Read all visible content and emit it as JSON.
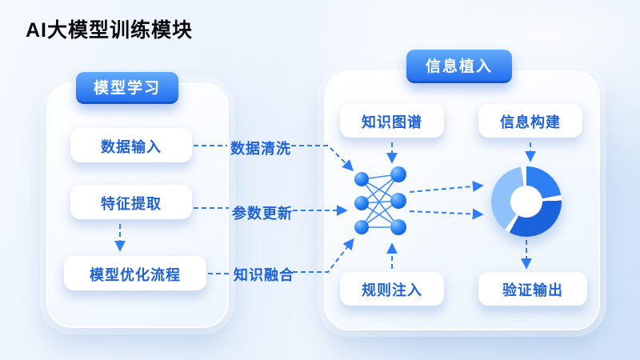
{
  "title": "AI大模型训练模块",
  "left_panel": {
    "badge": "模型学习",
    "items": [
      {
        "label": "数据输入"
      },
      {
        "label": "特征提取"
      },
      {
        "label": "模型优化流程"
      }
    ]
  },
  "connectors": {
    "labels": [
      {
        "label": "数据清洗"
      },
      {
        "label": "参数更新"
      },
      {
        "label": "知识融合"
      }
    ]
  },
  "right_panel": {
    "badge": "信息植入",
    "top_items": [
      {
        "label": "知识图谱"
      },
      {
        "label": "信息构建"
      }
    ],
    "bottom_items": [
      {
        "label": "规则注入"
      },
      {
        "label": "验证输出"
      }
    ],
    "icons": [
      {
        "name": "neural-network-icon"
      },
      {
        "name": "donut-chart-icon"
      }
    ]
  },
  "colors": {
    "accent_blue": "#2f7ef7",
    "badge_gradient_start": "#63abfb",
    "badge_gradient_end": "#2470ef",
    "pill_text": "#1e62d6",
    "background": "#dcebfa"
  }
}
